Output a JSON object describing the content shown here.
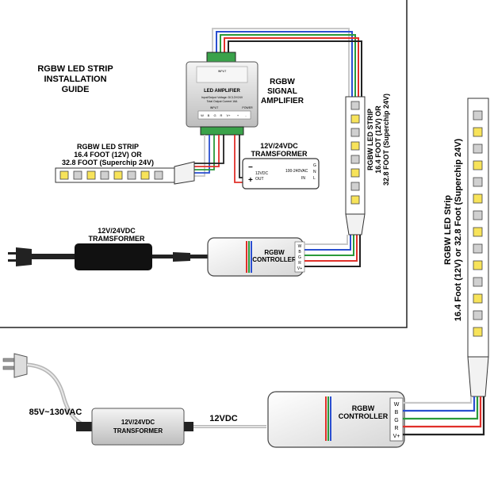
{
  "guide_title": [
    "RGBW LED STRIP",
    "INSTALLATION",
    "GUIDE"
  ],
  "amplifier": {
    "label": [
      "RGBW",
      "SIGNAL",
      "AMPLIFIER"
    ],
    "box_title": "LED AMPLIFIER",
    "input_label": "INPUT",
    "spec_lines": [
      "Input/Output Voltage: DC12V/24V",
      "Total Output Current 16A"
    ],
    "bottom_input_label": "INPUT",
    "power_label": "POWER",
    "terminals": [
      "W",
      "B",
      "G",
      "R",
      "V+",
      "+",
      "-"
    ]
  },
  "strip_left_label": [
    "RGBW LED STRIP",
    "16.4 FOOT (12V) OR",
    "32.8 FOOT (Superchip 24V)"
  ],
  "transformer_small": {
    "label": [
      "12V/24VDC",
      "TRAMSFORMER"
    ],
    "dc_label": "12VDC",
    "out_label": "OUT",
    "ac_label": "100-240VAC",
    "in_label": "IN",
    "pins": [
      "G",
      "N",
      "L"
    ]
  },
  "transformer_adapter_label": [
    "12V/24VDC",
    "TRAMSFORMER"
  ],
  "controller_top": {
    "label": [
      "RGBW",
      "CONTROLLER"
    ],
    "pins": [
      "W",
      "B",
      "G",
      "R",
      "V+"
    ]
  },
  "strip_middle_label": [
    "RGBW LED STRIP",
    "16.4 FOOT (12V) OR",
    "32.8 FOOT (Superchip 24V)"
  ],
  "strip_right_label": [
    "RGBW LED Strip",
    "16.4 Foot (12V) or 32.8 Foot (Superchip 24V)"
  ],
  "bottom": {
    "ac_label": "85V~130VAC",
    "transformer_label": [
      "12V/24VDC",
      "TRANSFORMER"
    ],
    "dc_label": "12VDC",
    "controller_label": [
      "RGBW",
      "CONTROLLER"
    ],
    "pins": [
      "W",
      "B",
      "G",
      "R",
      "V+"
    ]
  },
  "colors": {
    "wire_red": "#e0302a",
    "wire_green": "#2a9a3a",
    "wire_blue": "#2a4fd0",
    "wire_white": "#c8c8c8",
    "wire_black": "#222222",
    "led_yellow": "#f7e35a",
    "terminal_green": "#3aa24a"
  }
}
